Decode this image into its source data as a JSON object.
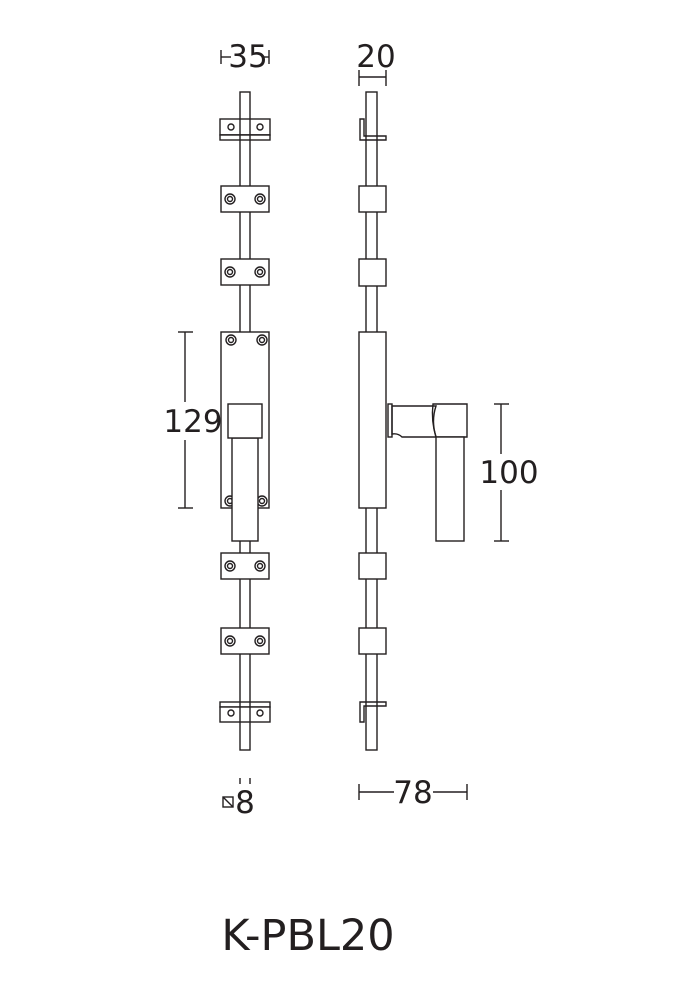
{
  "drawing": {
    "colors": {
      "line": "#231f20",
      "background": "#ffffff"
    },
    "dimensions": {
      "front_width": "35",
      "side_width": "20",
      "handle_plate_height": "129",
      "lever_height": "100",
      "rod_square": "8",
      "projection": "78"
    },
    "product_code": "K-PBL20"
  }
}
